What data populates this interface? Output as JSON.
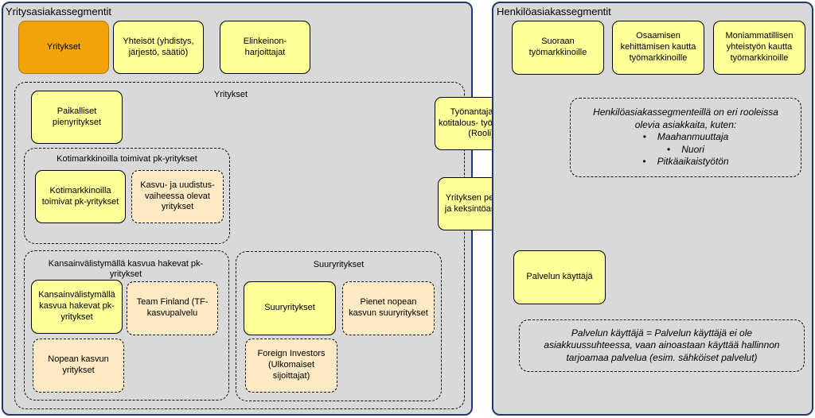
{
  "left_panel": {
    "title": "Yritysasiakassegmentit",
    "top_boxes": [
      "Yritykset",
      "Yhteisöt (yhdistys, järjestö, säätiö)",
      "Elinkeinon- harjoittajat"
    ],
    "yritykset_group": {
      "title": "Yritykset",
      "paikalliset": "Paikalliset pienyritykset",
      "kotimarkkina_group": {
        "title": "Kotimarkkinoilla toimivat pk-yritykset",
        "box1": "Kotimarkkinoilla toimivat pk-yritykset",
        "box2": "Kasvu- ja uudistus- vaiheessa olevat yritykset"
      },
      "kansainvalinen_group": {
        "title": "Kansainvälistymällä kasvua hakevat pk-yritykset",
        "box1": "Kansainvälistymällä kasvua hakevat pk-yritykset",
        "box2": "Team Finland (TF-kasvupalvelu",
        "box3": "Nopean kasvun yritykset"
      },
      "suuryritykset_group": {
        "title": "Suuryritykset",
        "box1": "Suuryritykset",
        "box2": "Pienet nopean kasvun suuryritykset",
        "box3": "Foreign Investors (Ulkomaiset sijoittajat)"
      }
    }
  },
  "middle_boxes": {
    "tyonantajat": "Työnantajat, ml. kotitalous- työnantajat (Rooli)",
    "perustajat": "Yrityksen perustajat ja keksintöasiakkaat"
  },
  "right_panel": {
    "title": "Henkilöasiakassegmentit",
    "top_boxes": [
      "Suoraan työmarkkinoille",
      "Osaamisen kehittämisen kautta työmarkkinoille",
      "Moniammatillisen yhteistyön kautta työmarkkinoille"
    ],
    "note1": {
      "intro": "Henkilöasiakassegmenteillä on eri rooleissa olevia asiakkaita, kuten:",
      "items": [
        "Maahanmuuttaja",
        "Nuori",
        "Pitkäaikaistyötön"
      ]
    },
    "palvelun_kayttaja": "Palvelun käyttäjä",
    "note2": "Palvelun käyttäjä = Palvelun käyttäjä ei ole asiakkuussuhteessa, vaan ainoastaan käyttää hallinnon tarjoamaa palvelua (esim. sähköiset palvelut)"
  },
  "colors": {
    "panel_bg": "#d9d9d9",
    "panel_border": "#1f3a70",
    "yellow": "#ffff99",
    "orange": "#f0a30a",
    "light_orange": "#fde9c4"
  }
}
